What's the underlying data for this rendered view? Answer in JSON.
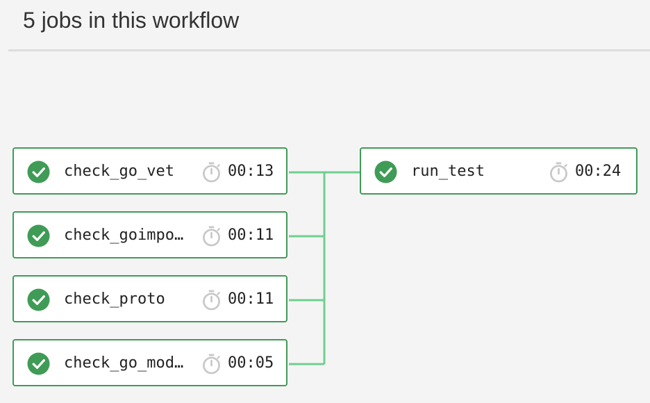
{
  "header": {
    "title": "5 jobs in this workflow"
  },
  "colors": {
    "success": "#3f9b56",
    "connector": "#6fcf8e",
    "timer_icon": "#c8c8c8"
  },
  "jobs": [
    {
      "name": "check_go_vet",
      "display_name": "check_go_vet",
      "duration": "00:13",
      "status": "success",
      "status_icon": "check-circle-icon",
      "timer_icon": "stopwatch-icon"
    },
    {
      "name": "check_goimpo…",
      "display_name": "check_goimpo…",
      "duration": "00:11",
      "status": "success",
      "status_icon": "check-circle-icon",
      "timer_icon": "stopwatch-icon"
    },
    {
      "name": "check_proto",
      "display_name": "check_proto",
      "duration": "00:11",
      "status": "success",
      "status_icon": "check-circle-icon",
      "timer_icon": "stopwatch-icon"
    },
    {
      "name": "check_go_mod…",
      "display_name": "check_go_mod…",
      "duration": "00:05",
      "status": "success",
      "status_icon": "check-circle-icon",
      "timer_icon": "stopwatch-icon"
    },
    {
      "name": "run_test",
      "display_name": "run_test",
      "duration": "00:24",
      "status": "success",
      "status_icon": "check-circle-icon",
      "timer_icon": "stopwatch-icon"
    }
  ]
}
